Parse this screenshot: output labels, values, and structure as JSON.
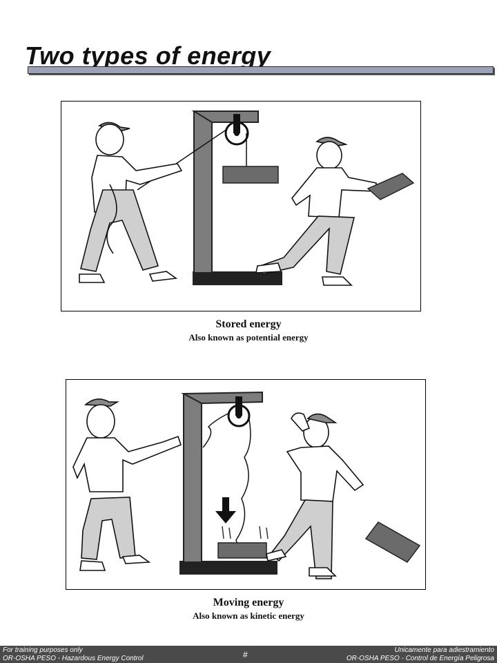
{
  "slide": {
    "title": "Two types of energy"
  },
  "panels": [
    {
      "caption": "Stored energy",
      "subcaption": "Also known as potential energy"
    },
    {
      "caption": "Moving energy",
      "subcaption": "Also known as kinetic energy"
    }
  ],
  "footer": {
    "left_line1": "For training purposes only",
    "left_line2": "OR-OSHA PESO -  Hazardous Energy Control",
    "page_symbol": "#",
    "right_line1": "Unicamente para adiestramiento",
    "right_line2": "OR-OSHA PESO - Control de Energía Peligrosa"
  },
  "colors": {
    "title_bar": "#9aa3b8",
    "footer_bg": "#4a4a4a",
    "block": "#6b6b6b",
    "frame_post": "#7d7d7d"
  }
}
